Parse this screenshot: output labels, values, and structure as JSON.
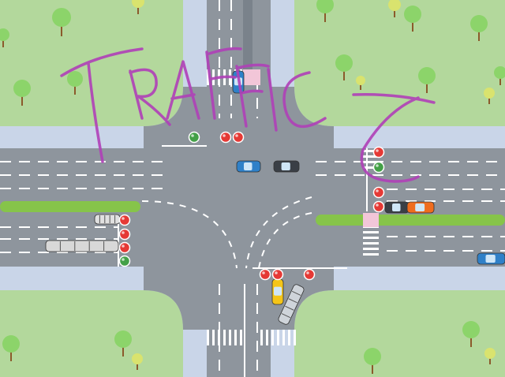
{
  "scene": {
    "colors": {
      "grass": "#b3d89c",
      "sidewalk": "#c9d5e8",
      "road": "#8e959d",
      "road_dark": "#7a828b",
      "lane_line": "#ffffff",
      "median": "#86c44a",
      "crosswalk_pink": "#f2c6d8",
      "signal_red": "#e53935",
      "signal_green": "#43a047",
      "handwriting": "#b040b8"
    },
    "handwritten_text": "TRAFFIC",
    "signals": [
      {
        "group": "north-approach",
        "state": "red"
      },
      {
        "group": "north-approach",
        "state": "red"
      },
      {
        "group": "north-approach",
        "state": "green"
      },
      {
        "group": "east-approach",
        "state": "red"
      },
      {
        "group": "east-approach",
        "state": "green"
      },
      {
        "group": "east-approach",
        "state": "red"
      },
      {
        "group": "east-approach",
        "state": "red"
      },
      {
        "group": "west-approach",
        "state": "red"
      },
      {
        "group": "west-approach",
        "state": "red"
      },
      {
        "group": "west-approach",
        "state": "red"
      },
      {
        "group": "west-approach",
        "state": "green"
      },
      {
        "group": "south-approach",
        "state": "red"
      },
      {
        "group": "south-approach",
        "state": "red"
      },
      {
        "group": "south-approach",
        "state": "red"
      }
    ],
    "vehicles": [
      {
        "kind": "car",
        "color": "#2f80c8"
      },
      {
        "kind": "car",
        "color": "#2f80c8"
      },
      {
        "kind": "car",
        "color": "#3a3f46"
      },
      {
        "kind": "car",
        "color": "#3a3f46"
      },
      {
        "kind": "car",
        "color": "#ef6c1e"
      },
      {
        "kind": "truck",
        "color": "#e0e0e0"
      },
      {
        "kind": "truck",
        "color": "#d8d8d8"
      },
      {
        "kind": "car",
        "color": "#f5c518"
      },
      {
        "kind": "tanker",
        "color": "#cfd4da"
      },
      {
        "kind": "car",
        "color": "#2f80c8"
      }
    ]
  }
}
